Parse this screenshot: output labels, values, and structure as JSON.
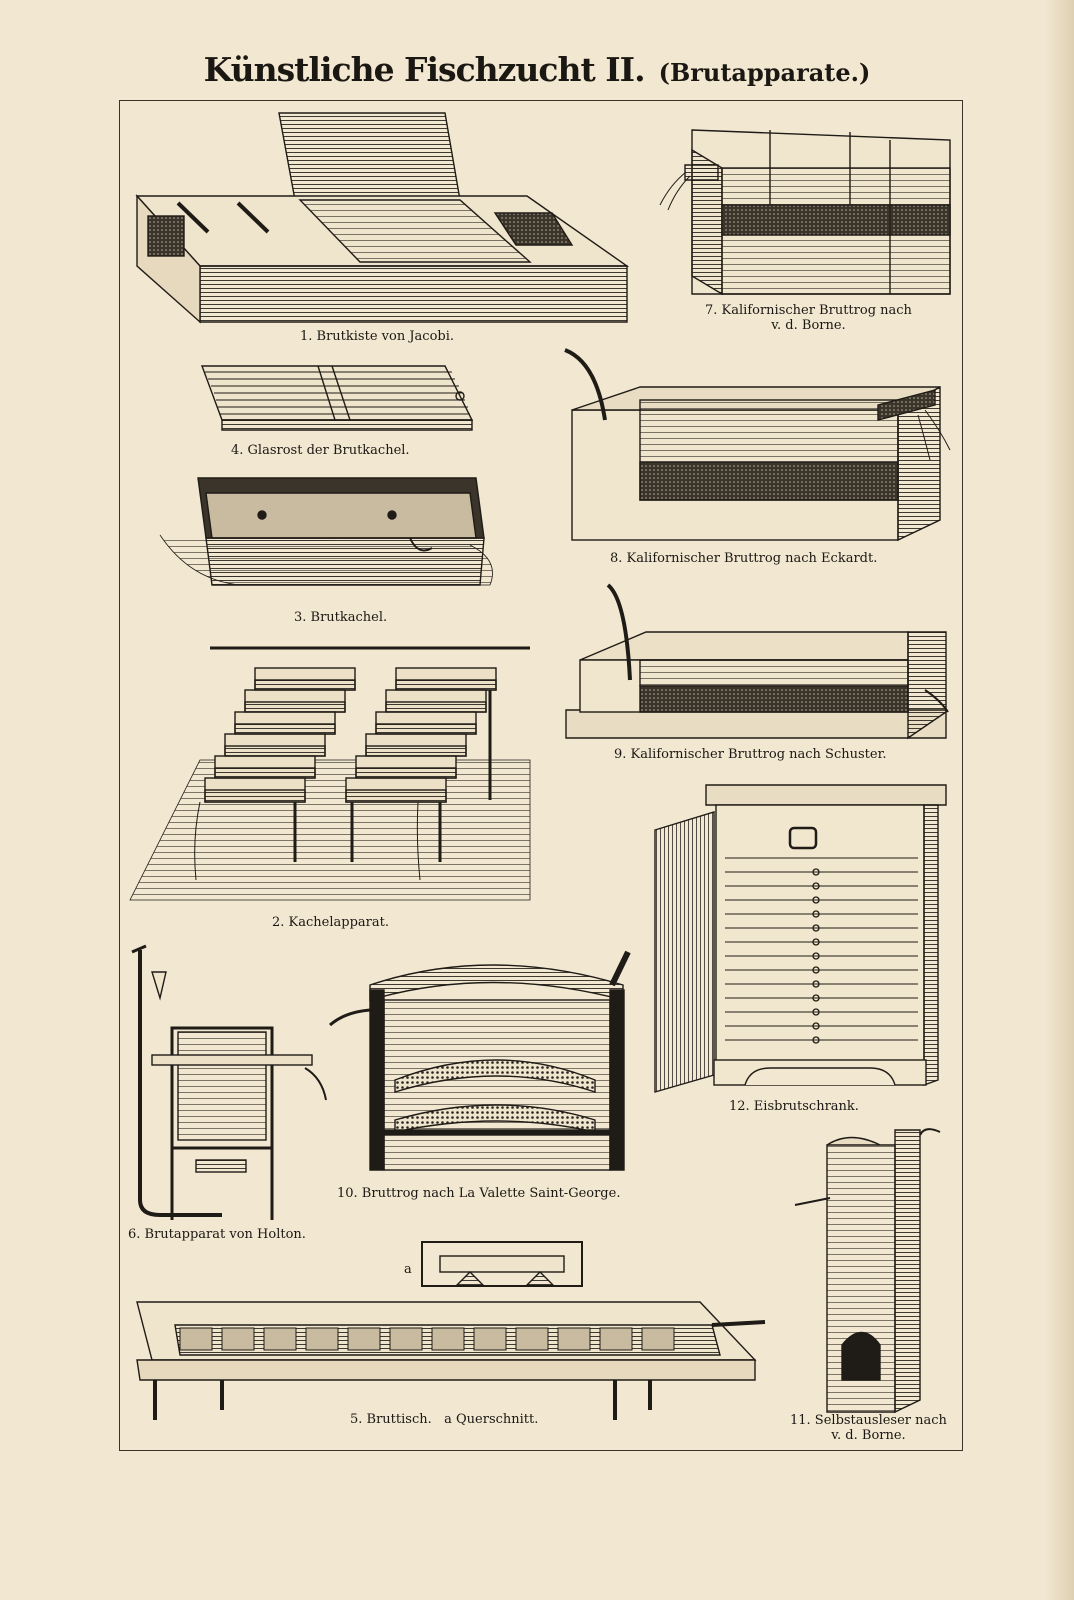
{
  "title": {
    "main": "Künstliche Fischzucht II.",
    "sub": "(Brutapparate.)"
  },
  "captions": {
    "c1": "1. Brutkiste von Jacobi.",
    "c7_line1": "7. Kalifornischer Bruttrog nach",
    "c7_line2": "v. d. Borne.",
    "c4": "4. Glasrost der Brutkachel.",
    "c8": "8. Kalifornischer Bruttrog nach Eckardt.",
    "c3": "3. Brutkachel.",
    "c9": "9. Kalifornischer Bruttrog nach Schuster.",
    "c2": "2. Kachelapparat.",
    "c12": "12. Eisbrutschrank.",
    "c10": "10. Bruttrog nach La Valette Saint-George.",
    "c6": "6. Brutapparat von Holton.",
    "c5": "5. Bruttisch.   a Querschnitt.",
    "c11_line1": "11. Selbstausleser nach",
    "c11_line2": "v. d. Borne."
  },
  "letter_a": "a"
}
